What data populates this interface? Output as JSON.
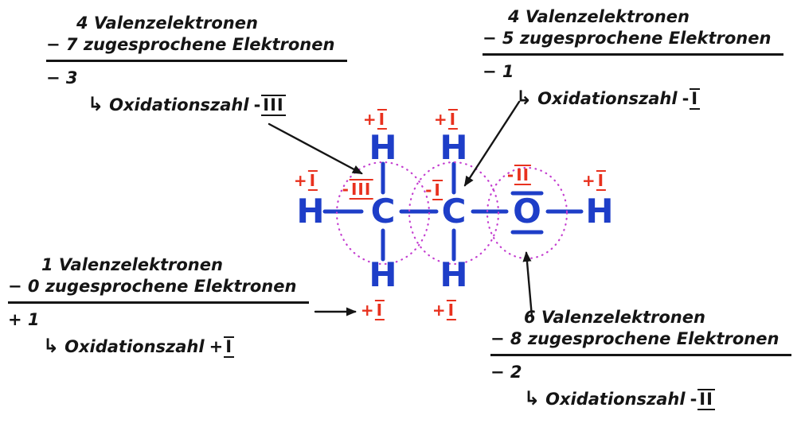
{
  "colors": {
    "structure_blue": "#1e3ec8",
    "oxidation_red": "#e8311e",
    "circle_magenta": "#c43ed0",
    "ink_black": "#151515"
  },
  "calc_blocks": {
    "carbon_left": {
      "valence": "4 Valenzelektronen",
      "assigned": "− 7 zugesprochene Elektronen",
      "result": "− 3",
      "pointer": "↳",
      "conclusion_label": "Oxidationszahl",
      "sign": "-",
      "numeral": "III"
    },
    "carbon_middle": {
      "valence": "4 Valenzelektronen",
      "assigned": "− 5 zugesprochene Elektronen",
      "result": "− 1",
      "pointer": "↳",
      "conclusion_label": "Oxidationszahl",
      "sign": "-",
      "numeral": "I"
    },
    "hydrogen": {
      "valence": "1 Valenzelektronen",
      "assigned": "− 0 zugesprochene Elektronen",
      "result": "+ 1",
      "pointer": "↳",
      "conclusion_label": "Oxidationszahl",
      "sign": "+",
      "numeral": "I"
    },
    "oxygen": {
      "valence": "6 Valenzelektronen",
      "assigned": "− 8 zugesprochene Elektronen",
      "result": "− 2",
      "pointer": "↳",
      "conclusion_label": "Oxidationszahl",
      "sign": "-",
      "numeral": "II"
    }
  },
  "molecule": {
    "atoms": {
      "h_left": "H",
      "c1": "C",
      "c2": "C",
      "o": "O",
      "h_right": "H",
      "h_top1": "H",
      "h_top2": "H",
      "h_bottom1": "H",
      "h_bottom2": "H"
    },
    "oxidation_states": {
      "h_left": {
        "sign": "+",
        "numeral": "I"
      },
      "h_top1": {
        "sign": "+",
        "numeral": "I"
      },
      "h_top2": {
        "sign": "+",
        "numeral": "I"
      },
      "h_bottom1": {
        "sign": "+",
        "numeral": "I"
      },
      "h_bottom2": {
        "sign": "+",
        "numeral": "I"
      },
      "h_right": {
        "sign": "+",
        "numeral": "I"
      },
      "c1": {
        "sign": "-",
        "numeral": "III"
      },
      "c2": {
        "sign": "-",
        "numeral": "I"
      },
      "o": {
        "sign": "-",
        "numeral": "II"
      }
    }
  }
}
